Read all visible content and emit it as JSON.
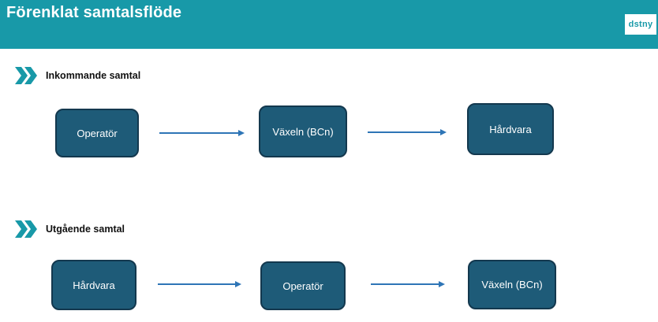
{
  "header": {
    "title": "Förenklat samtalsflöde"
  },
  "logo": {
    "text": "dstny"
  },
  "sections": [
    {
      "label": "Inkommande samtal",
      "nodes": [
        "Operatör",
        "Växeln (BCn)",
        "Hårdvara"
      ]
    },
    {
      "label": "Utgående samtal",
      "nodes": [
        "Hårdvara",
        "Operatör",
        "Växeln (BCn)"
      ]
    }
  ],
  "colors": {
    "header_bg": "#1899A8",
    "chevron": "#1899A8",
    "node_bg": "#1E5B78",
    "node_border": "#13384E",
    "arrow": "#2E75B6"
  }
}
